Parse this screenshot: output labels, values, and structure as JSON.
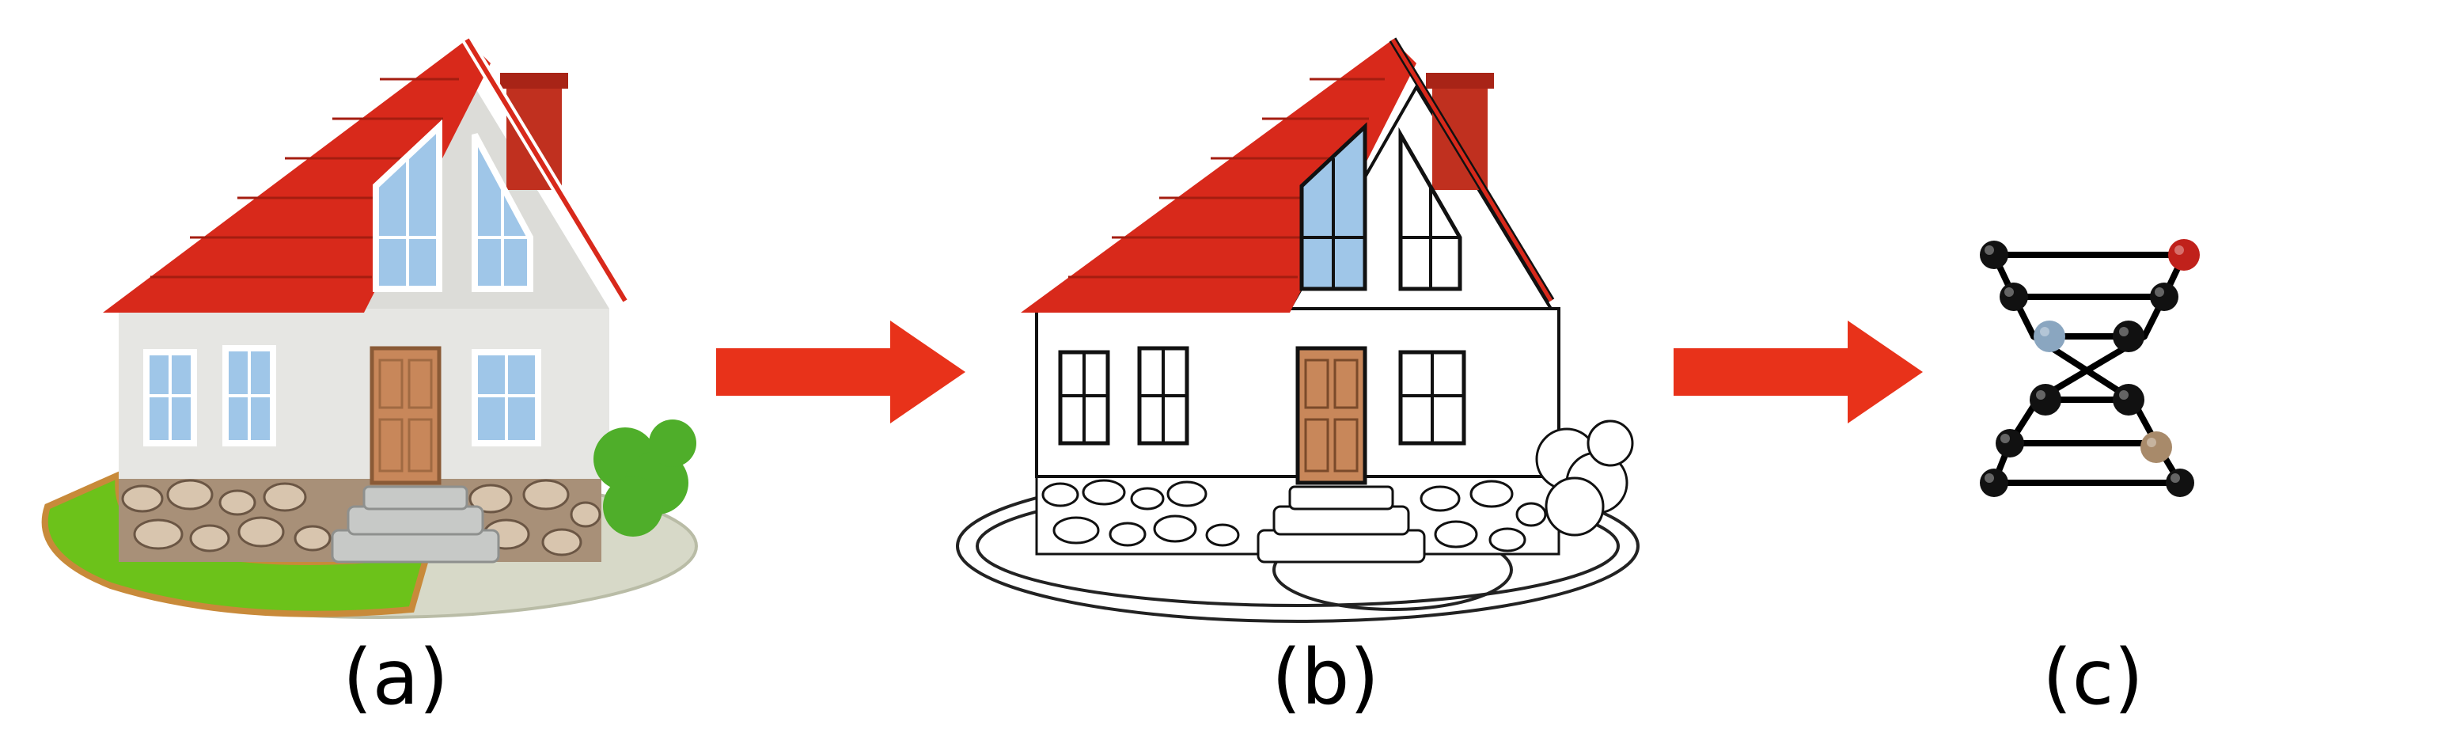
{
  "captions": {
    "a": "(a)",
    "b": "(b)",
    "c": "(c)"
  },
  "colors": {
    "arrow": "#e8321a",
    "roof": "#d8291b",
    "wall": "#e6e6e3",
    "door": "#c8875a",
    "lawn": "#6cc21a",
    "stone": "#a89078",
    "sphere_black": "#111111",
    "sphere_red": "#c0211b",
    "sphere_blue": "#8aa6c0",
    "sphere_tan": "#a88a6a"
  },
  "panels": [
    {
      "id": "a",
      "icon": "color-house-icon"
    },
    {
      "id": "b",
      "icon": "line-drawing-house-icon"
    },
    {
      "id": "c",
      "icon": "ladder-graph-icon"
    }
  ]
}
